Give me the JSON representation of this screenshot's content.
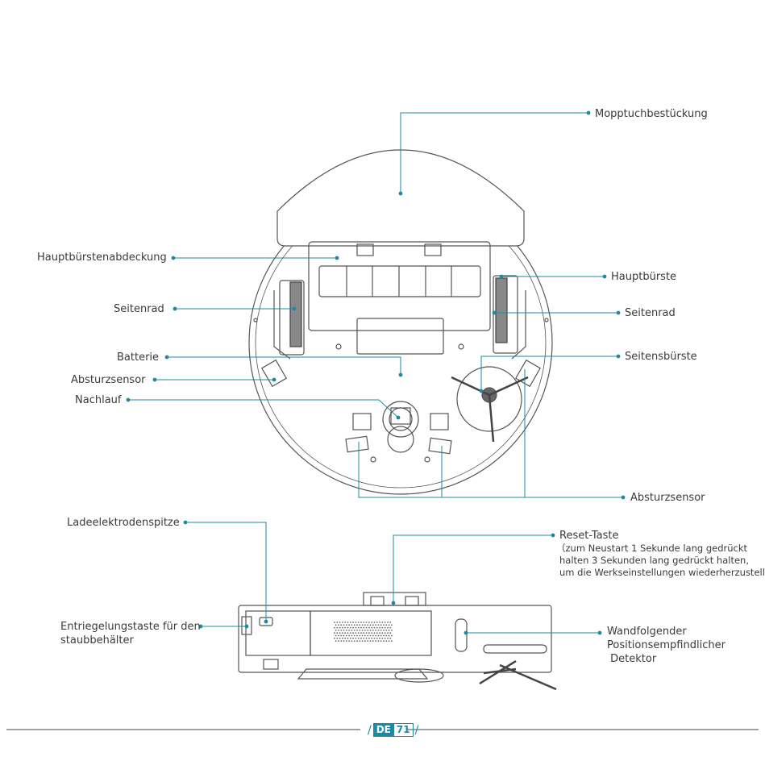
{
  "labels": {
    "mop_mount": "Mopptuchbestückung",
    "main_brush_cover": "Hauptbürstenabdeckung",
    "main_brush": "Hauptbürste",
    "side_wheel_left": "Seitenrad",
    "side_wheel_right": "Seitenrad",
    "battery": "Batterie",
    "side_brush": "Seitensbürste",
    "cliff_sensor_left": "Absturzsensor",
    "caster": "Nachlauf",
    "cliff_sensor_bottom": "Absturzsensor",
    "charging_contacts": "Ladeelektrodenspitze",
    "reset_title": "Reset-Taste",
    "reset_line1": "（zum Neustart 1 Sekunde lang gedrückt",
    "reset_line2": "halten 3 Sekunden lang gedrückt halten,",
    "reset_line3": "um die Werkseinstellungen wiederherzustellen）",
    "dustbin_release_1": "Entriegelungstaste für den",
    "dustbin_release_2": "staubbehälter",
    "wall_sensor_1": "Wandfolgender",
    "wall_sensor_2": "Positionsempfindlicher",
    "wall_sensor_3": " Detektor"
  },
  "footer": {
    "lang": "DE",
    "page": "71"
  },
  "colors": {
    "accent": "#1d8aa0",
    "line": "#555555"
  }
}
